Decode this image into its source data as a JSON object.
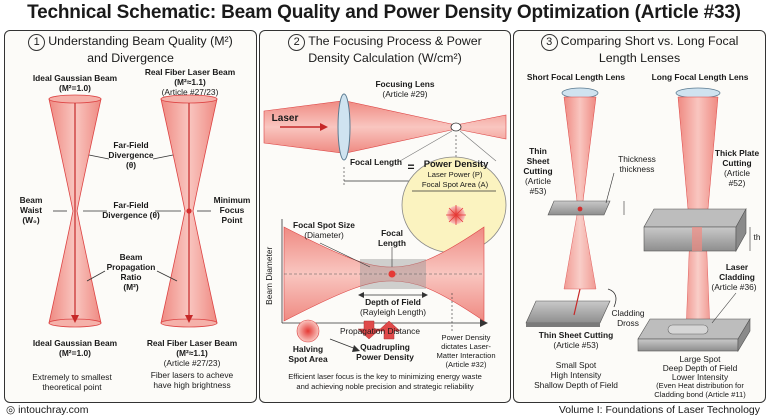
{
  "title": "Technical Schematic: Beam Quality and Power Density Optimization (Article #33)",
  "footer": {
    "left": "intouchray.com",
    "right": "Volume I: Foundations of Laser Technology"
  },
  "colors": {
    "beam": "#e84b4b",
    "beam_light": "#f4a6a0",
    "lens": "#cfe3f0",
    "highlight": "#fbf3c0"
  },
  "panel1": {
    "number": "1",
    "heading_line1": "Understanding Beam Quality (M²)",
    "heading_line2": "and Divergence",
    "left_top_title": "Ideal Gaussian Beam",
    "left_top_m2": "(M²=1.0)",
    "right_top_title": "Real Fiber Laser Beam",
    "right_top_m2": "(M²≈1.1)",
    "right_top_article": "(Article #27/23)",
    "far_field_1_line1": "Far-Field",
    "far_field_1_line2": "Divergence",
    "far_field_1_line3": "(θ)",
    "beam_waist_line1": "Beam",
    "beam_waist_line2": "Waist",
    "beam_waist_line3": "(W₀)",
    "far_field_2_line1": "Far-Field",
    "far_field_2_line2": "Divergence (θ)",
    "min_focus_line1": "Minimum",
    "min_focus_line2": "Focus",
    "min_focus_line3": "Point",
    "propagation_line1": "Beam",
    "propagation_line2": "Propagation",
    "propagation_line3": "Ratio",
    "propagation_line4": "(M²)",
    "left_bottom_title": "Ideal Gaussian Beam",
    "left_bottom_m2": "(M²=1.0)",
    "right_bottom_title": "Real Fiber Laser Beam",
    "right_bottom_m2": "(M²≈1.1)",
    "right_bottom_article": "(Article #27/23)",
    "left_note_line1": "Extremely to smallest",
    "left_note_line2": "theoretical point",
    "right_note_line1": "Fiber lasers to acheve",
    "right_note_line2": "have high brightness"
  },
  "panel2": {
    "number": "2",
    "heading_line1": "The Focusing Process & Power",
    "heading_line2": "Density Calculation (W/cm²)",
    "focusing_lens": "Focusing Lens",
    "focusing_lens_article": "(Article #29)",
    "laser": "Laser",
    "focal_length": "Focal Length",
    "power_density": "Power Density",
    "equals": "=",
    "numerator": "Laser Power (P)",
    "denominator": "Focal Spot Area (A)",
    "focal_spot_size": "Focal Spot Size",
    "diameter": "(Diameter)",
    "focal_length_small_1": "Focal",
    "focal_length_small_2": "Length",
    "beam_diameter_axis": "Beam Diameter",
    "depth_of_field": "Depth of Field",
    "rayleigh": "(Rayleigh Length)",
    "propagation_distance": "Propagation Distance",
    "halving_line1": "Halving",
    "halving_line2": "Spot Area",
    "quadrupling_line1": "Quadrupling",
    "quadrupling_line2": "Power Density",
    "pd_note_line1": "Power Density",
    "pd_note_line2": "dictates Laser-",
    "pd_note_line3": "Matter Interaction",
    "pd_note_line4": "(Article #32)",
    "summary_line1": "Efficient laser focus is the key to minimizing energy waste",
    "summary_line2": "and achieving noble precision and strategic reliability"
  },
  "panel3": {
    "number": "3",
    "heading_line1": "Comparing Short vs. Long Focal",
    "heading_line2": "Length Lenses",
    "short_lens": "Short Focal Length Lens",
    "long_lens": "Long Focal Length Lens",
    "thin_sheet_line1": "Thin",
    "thin_sheet_line2": "Sheet",
    "thin_sheet_line3": "Cutting",
    "thin_sheet_line4": "(Article",
    "thin_sheet_line5": "#53)",
    "thickness_line1": "Thickness",
    "thickness_line2": "thickness",
    "thick_plate_line1": "Thick Plate",
    "thick_plate_line2": "Cutting",
    "thick_plate_line3": "(Article",
    "thick_plate_line4": "#52)",
    "th": "th",
    "cladding_line1": "Laser",
    "cladding_line2": "Cladding",
    "cladding_line3": "(Article #36)",
    "dross_line1": "Cladding",
    "dross_line2": "Dross",
    "thin_bottom_title": "Thin Sheet Cutting",
    "thin_bottom_article": "(Article #53)",
    "small_line1": "Small Spot",
    "small_line2": "High Intensity",
    "small_line3": "Shallow Depth of Field",
    "large_line1": "Large Spot",
    "large_line2": "Deep Depth of Field",
    "large_line3": "Lower Intensity",
    "large_line4": "(Even Heat distribution for",
    "large_line5": "Cladding bond (Article #11)"
  }
}
